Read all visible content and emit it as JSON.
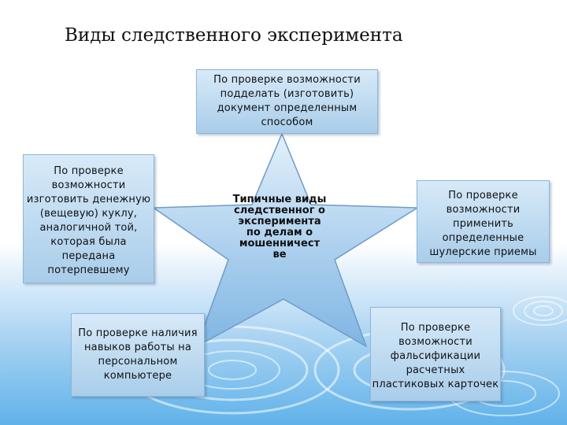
{
  "title": "Виды следственного эксперимента",
  "center": "Типичные виды следственног о эксперимента по делам о мошенничест ве",
  "boxes": {
    "top": "По проверке возможности подделать (изготовить) документ определенным способом",
    "left": "По проверке возможности изготовить денежную (вещевую) куклу, аналогичной той, которая была передана потерпевшему",
    "right": "По проверке возможности применить определенные шулерские приемы",
    "bottom_left": "По проверке наличия навыков работы на персональном компьютере",
    "bottom_right": "По проверке возможности фальсификации расчетных пластиковых карточек"
  },
  "colors": {
    "box_fill": "#c3dcf1",
    "star_fill": "#9ec8ea",
    "background_water": "#5fb2ea"
  }
}
